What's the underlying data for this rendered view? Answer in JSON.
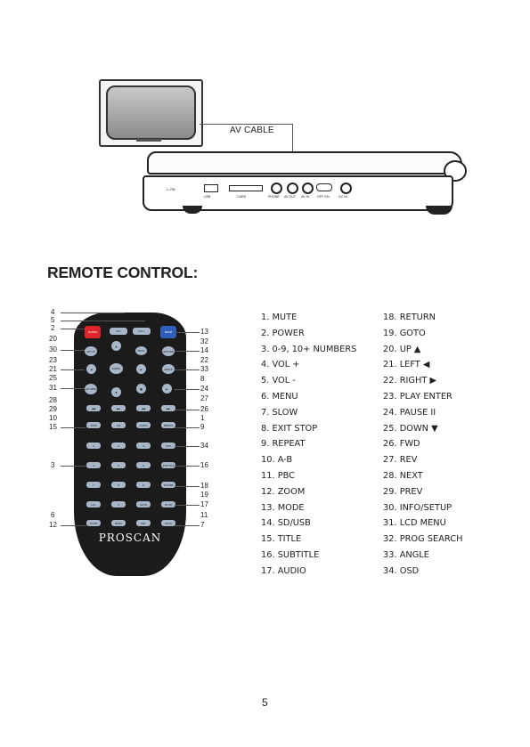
{
  "figure": {
    "cable_label": "AV CABLE",
    "ports": [
      "USB",
      "CARD",
      "PHONE",
      "AV OUT",
      "AV IN",
      "OFF ON",
      "DC IN"
    ],
    "side_label": "L-ON"
  },
  "heading": "REMOTE CONTROL:",
  "remote": {
    "brand": "PROSCAN",
    "button_labels": {
      "power": "POWER",
      "vol_minus": "VOL-",
      "vol_plus": "VOL+",
      "mode": "MODE",
      "setup": "SETUP",
      "menu_return": "RETURN",
      "prog": "PROG",
      "enter": "ENTER",
      "angle": "ANGLE",
      "lcd": "LCD MENU",
      "down": "DOWN",
      "title": "TITLE",
      "ab": "A-B",
      "audio": "AUDIO",
      "subtitle": "SUBTITLE",
      "osd": "OSD",
      "numbers": [
        "1",
        "2",
        "3",
        "4",
        "5",
        "6",
        "7",
        "8",
        "9",
        "0"
      ],
      "tenplus": "10+",
      "sd_usb": "SD/USB",
      "goto": "GOTO",
      "zoom": "ZOOM",
      "menu": "MENU",
      "pbc": "PBC",
      "slow": "SLOW",
      "repeat": "REPEAT",
      "mute": "MUTE",
      "stop": "STOP"
    }
  },
  "callouts_left": [
    "4",
    "5",
    "2",
    "20",
    "30",
    "23",
    "21",
    "25",
    "31",
    "28",
    "29",
    "10",
    "15",
    "3",
    "6",
    "12"
  ],
  "callouts_right": [
    "13",
    "32",
    "14",
    "22",
    "33",
    "8",
    "24",
    "27",
    "26",
    "1",
    "9",
    "34",
    "16",
    "18",
    "19",
    "17",
    "11",
    "7"
  ],
  "legend_col1": [
    "1. MUTE",
    "2. POWER",
    "3. 0-9, 10+ NUMBERS",
    "4. VOL +",
    "5. VOL -",
    "6. MENU",
    "7. SLOW",
    "8. EXIT STOP",
    "9. REPEAT",
    "10. A-B",
    "11. PBC",
    "12. ZOOM",
    "13. MODE",
    "14. SD/USB",
    "15. TITLE",
    "16. SUBTITLE",
    "17. AUDIO"
  ],
  "legend_col2": [
    "18. RETURN",
    "19. GOTO",
    "20. UP ▲",
    "21. LEFT ◀",
    "22. RIGHT ▶",
    "23. PLAY ENTER",
    "24. PAUSE   II",
    "25. DOWN ▼",
    "26. FWD",
    "27. REV",
    "28. NEXT",
    "29. PREV",
    "30. INFO/SETUP",
    "31. LCD MENU",
    "32. PROG SEARCH",
    "33. ANGLE",
    "34. OSD"
  ],
  "page_number": "5",
  "colors": {
    "power_button": "#e0262d",
    "mode_button": "#2f5fb8",
    "button": "#a7b7c8",
    "remote_body": "#1b1b1b"
  }
}
